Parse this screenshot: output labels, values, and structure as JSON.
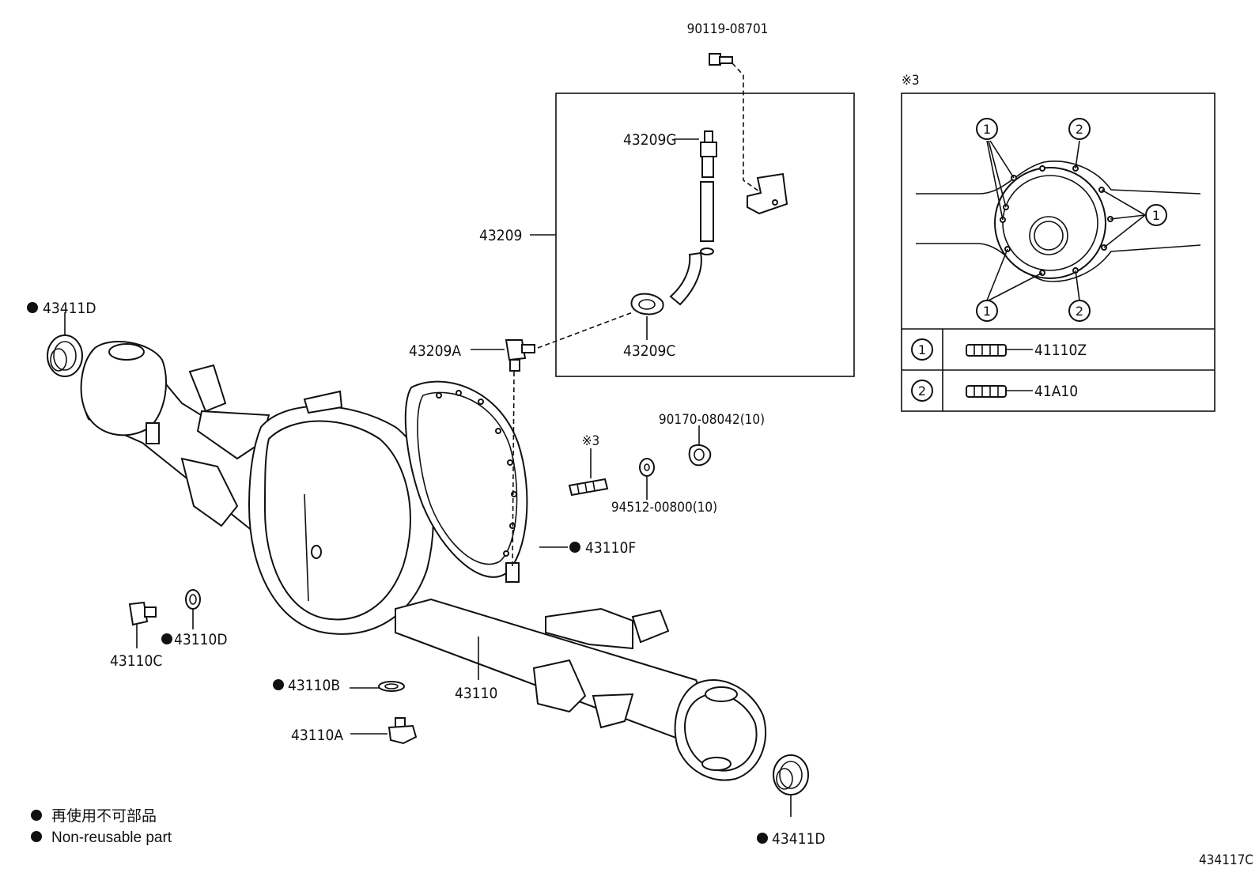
{
  "labels": {
    "bolt_90119": "90119-08701",
    "hose_43209g": "43209G",
    "assy_43209": "43209",
    "union_43209a": "43209A",
    "clip_43209c": "43209C",
    "seal_43411d_top": "43411D",
    "seal_43411d_bottom": "43411D",
    "nut_90170": "90170-08042(10)",
    "stud_ref": "※3",
    "washer_94512": "94512-00800(10)",
    "gasket_43110f": "43110F",
    "plug_43110c": "43110C",
    "gasket_43110d": "43110D",
    "gasket_43110b": "43110B",
    "housing_43110": "43110",
    "plug_43110a": "43110A",
    "detail_ref": "※3",
    "detail_row1_num": "1",
    "detail_row1_part": "41110Z",
    "detail_row2_num": "2",
    "detail_row2_part": "41A10",
    "detail_num_1": "1",
    "detail_num_2": "2",
    "figure_id": "434117C"
  },
  "legend": {
    "line_jp": "再使用不可部品",
    "line_en": "Non-reusable part"
  }
}
